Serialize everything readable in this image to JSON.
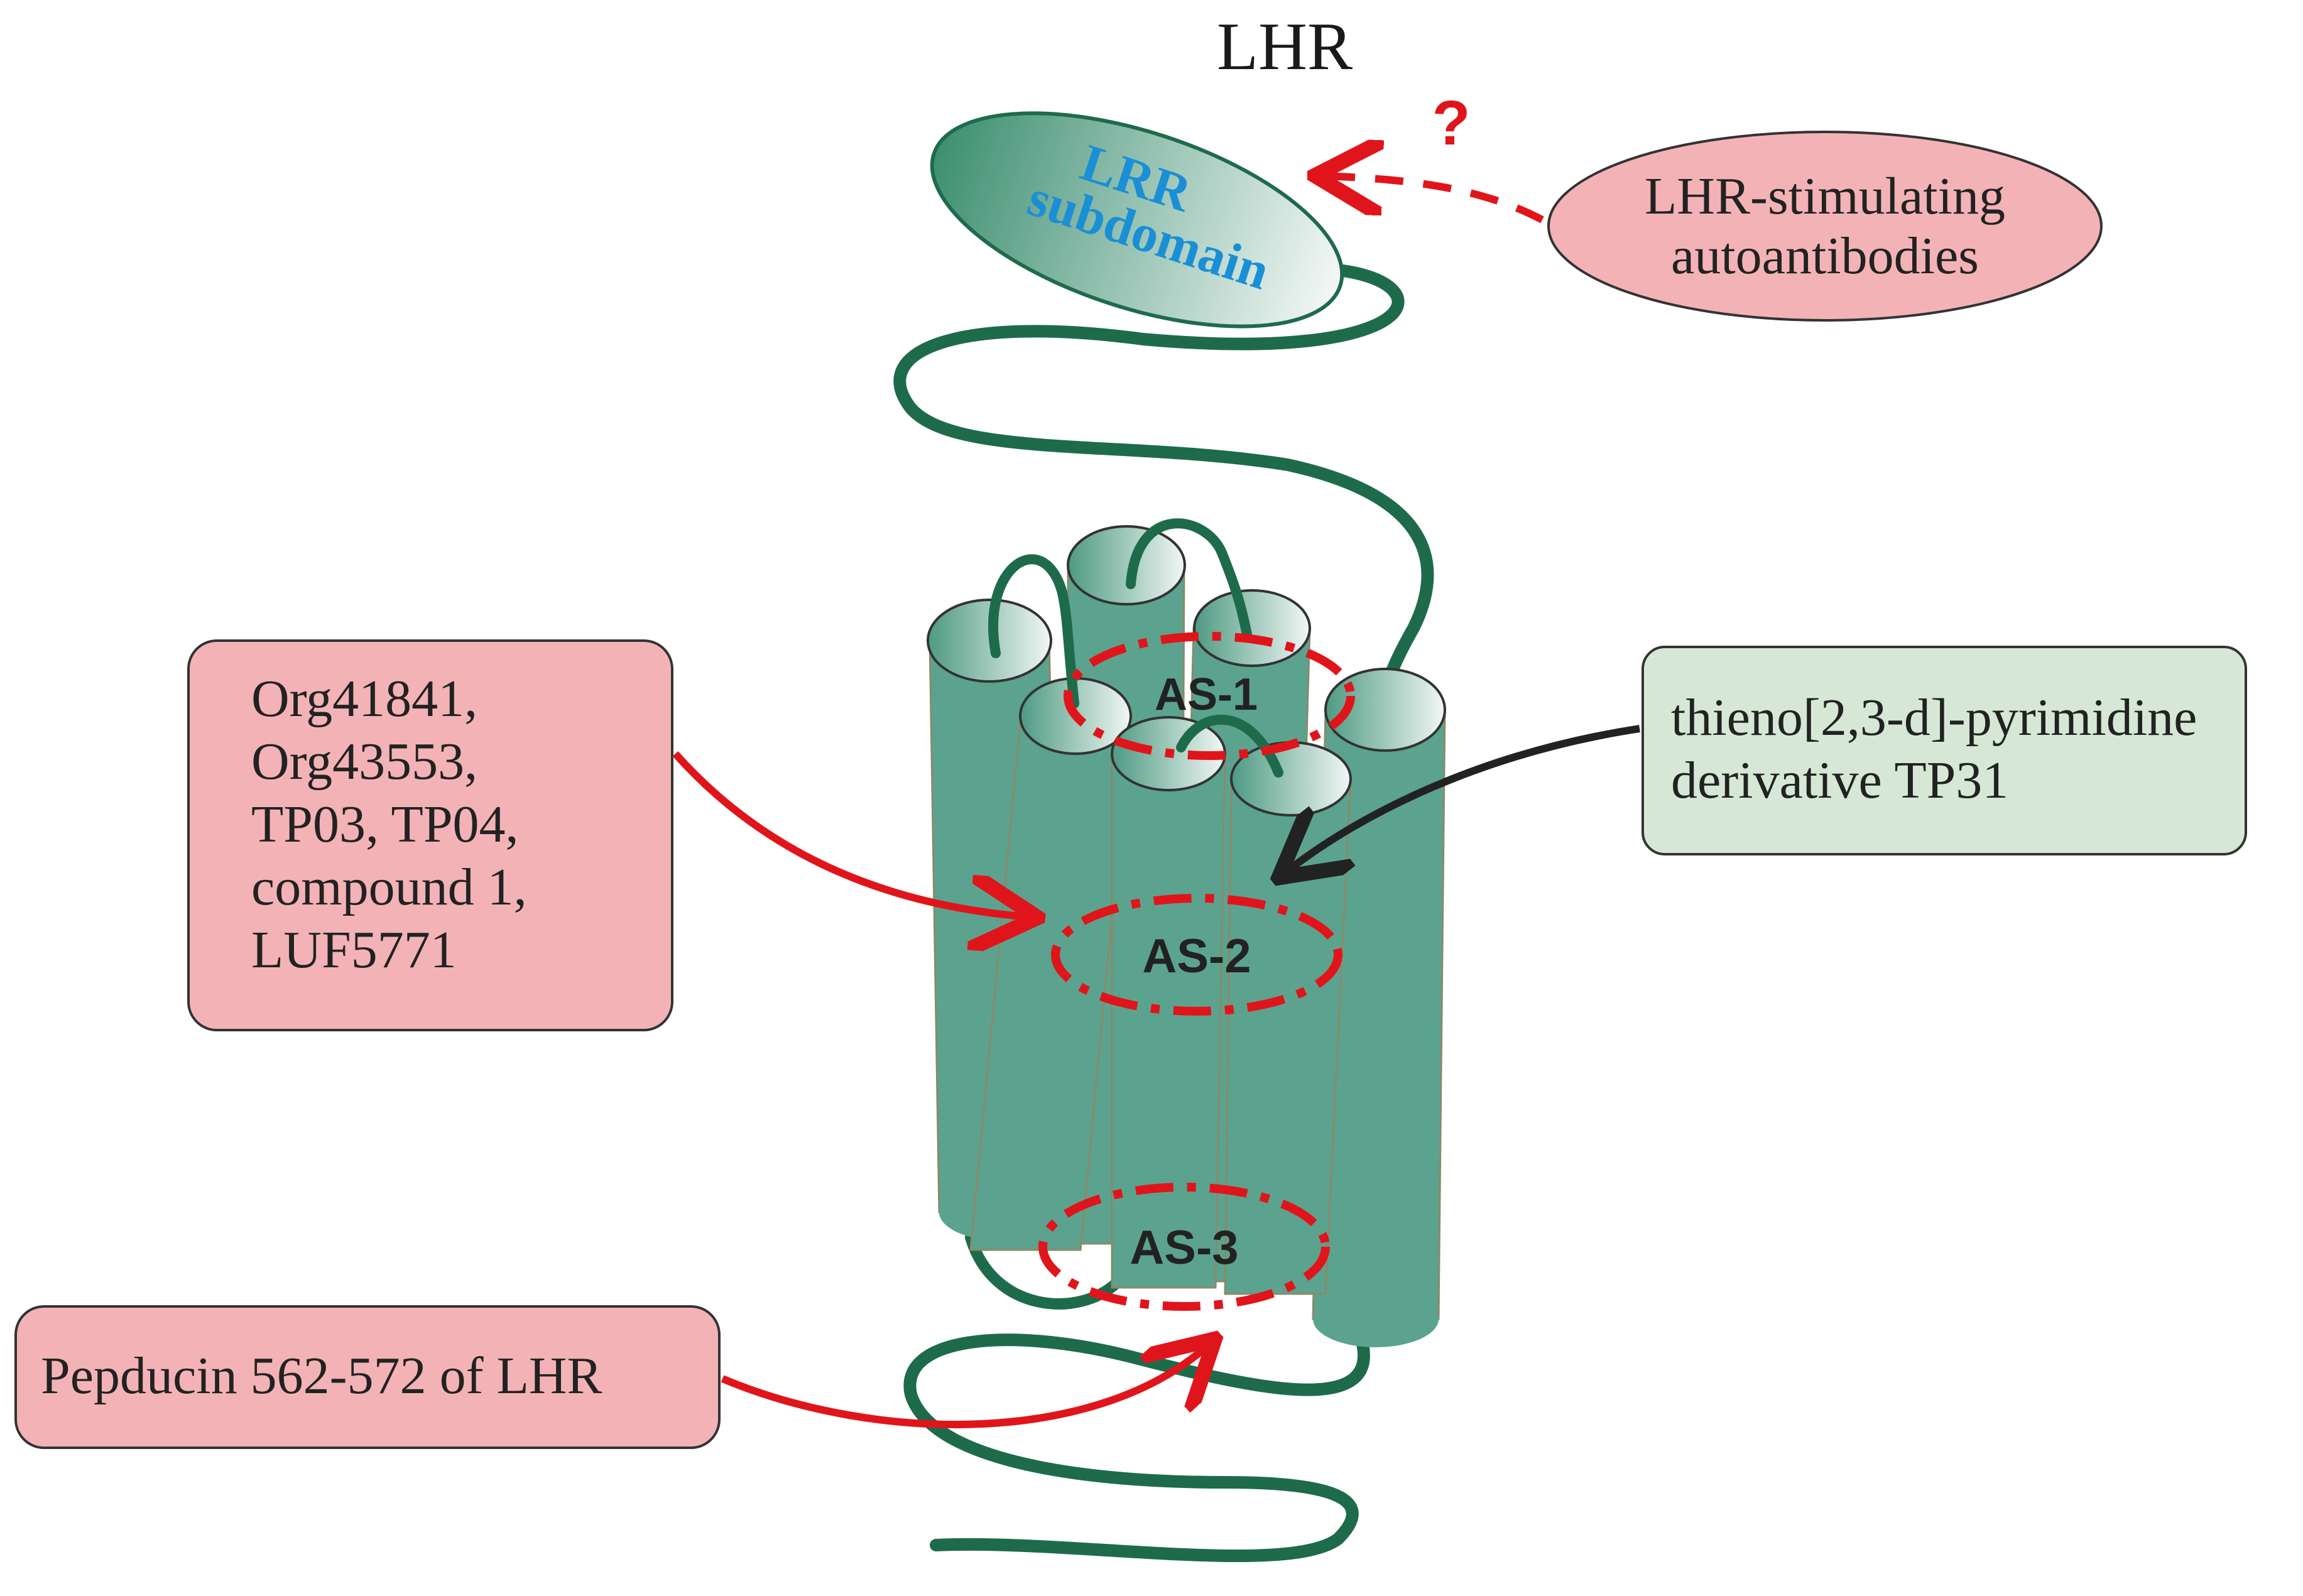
{
  "title": "LHR",
  "lrr": {
    "line1": "LRR",
    "line2": "subdomain"
  },
  "question_mark": "?",
  "autoantibodies": {
    "line1": "LHR-stimulating",
    "line2": "autoantibodies"
  },
  "sites": {
    "as1": "AS-1",
    "as2": "AS-2",
    "as3": "AS-3"
  },
  "compounds_box": {
    "lines": [
      "Org41841,",
      "Org43553,",
      "TP03, TP04,",
      "compound 1,",
      "LUF5771"
    ]
  },
  "thieno_box": {
    "line1": "thieno[2,3-d]-pyrimidine",
    "line2": "derivative TP31"
  },
  "pepducin_box": {
    "label": "Pepducin 562-572 of LHR"
  },
  "colors": {
    "receptor_green": "#5ba38f",
    "loop_green": "#1e6b4c",
    "lrr_text": "#1a8fd6",
    "arrow_red": "#e0151b",
    "pink_box": "#f3b3b6",
    "green_box": "#d6e8d5",
    "black_arrow": "#222222"
  }
}
